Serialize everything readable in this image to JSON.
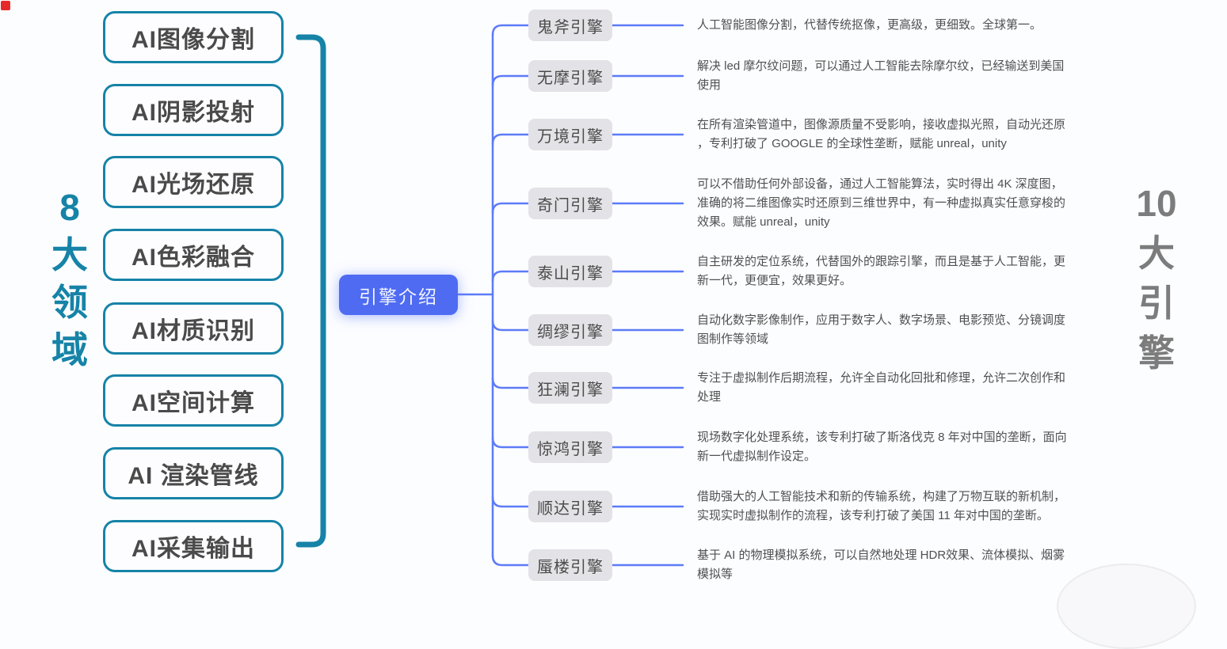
{
  "root": {
    "label": "引擎介绍"
  },
  "left_group": {
    "title": "8大领域",
    "title_chars": [
      "8",
      "大",
      "领",
      "域"
    ],
    "items": [
      "AI图像分割",
      "AI阴影投射",
      "AI光场还原",
      "AI色彩融合",
      "AI材质识别",
      "AI空间计算",
      "AI 渲染管线",
      "AI采集输出"
    ]
  },
  "right_group": {
    "title": "10大引擎",
    "title_chars": [
      "10",
      "大",
      "引",
      "擎"
    ],
    "engines": [
      {
        "name": "鬼斧引擎",
        "description": "人工智能图像分割，代替传统抠像，更高级，更细致。全球第一。"
      },
      {
        "name": "无摩引擎",
        "description": "解决 led 摩尔纹问题，可以通过人工智能去除摩尔纹，已经输送到美国\n使用"
      },
      {
        "name": "万境引擎",
        "description": "在所有渲染管道中，图像源质量不受影响，接收虚拟光照，自动光还原\n，专利打破了 GOOGLE 的全球性垄断，赋能 unreal，unity"
      },
      {
        "name": "奇门引擎",
        "description": "可以不借助任何外部设备，通过人工智能算法，实时得出 4K 深度图，\n准确的将二维图像实时还原到三维世界中，有一种虚拟真实任意穿梭的\n效果。赋能 unreal，unity"
      },
      {
        "name": "泰山引擎",
        "description": "自主研发的定位系统，代替国外的跟踪引擎，而且是基于人工智能，更\n新一代，更便宜，效果更好。"
      },
      {
        "name": "绸缪引擎",
        "description": "自动化数字影像制作，应用于数字人、数字场景、电影预览、分镜调度\n图制作等领域"
      },
      {
        "name": "狂澜引擎",
        "description": "专注于虚拟制作后期流程，允许全自动化回批和修理，允许二次创作和\n处理"
      },
      {
        "name": "惊鸿引擎",
        "description": "现场数字化处理系统，该专利打破了斯洛伐克 8 年对中国的垄断，面向\n新一代虚拟制作设定。"
      },
      {
        "name": "顺达引擎",
        "description": "借助强大的人工智能技术和新的传输系统，构建了万物互联的新机制，\n实现实时虚拟制作的流程，该专利打破了美国 11 年对中国的垄断。"
      },
      {
        "name": "蜃楼引擎",
        "description": "基于 AI 的物理模拟系统，可以自然地处理 HDR效果、流体模拟、烟雾\n模拟等"
      }
    ]
  },
  "colors": {
    "teal_accent": "#1683a7",
    "root_blue": "#4e6bf2",
    "connector_blue": "#5d7bf8",
    "node_gray": "#e3e3e7",
    "record_dot_red": "#e62a2a"
  }
}
